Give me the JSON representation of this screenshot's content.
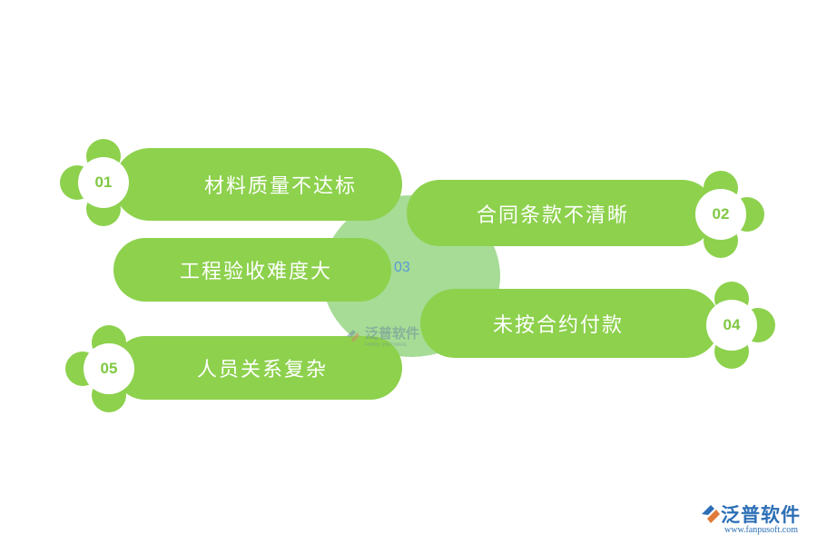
{
  "center": {
    "number": "03"
  },
  "items": [
    {
      "number": "01",
      "label": "材料质量不达标"
    },
    {
      "number": "02",
      "label": "合同条款不清晰"
    },
    {
      "number": "03",
      "label": "工程验收难度大"
    },
    {
      "number": "04",
      "label": "未按合约付款"
    },
    {
      "number": "05",
      "label": "人员关系复杂"
    }
  ],
  "watermark": {
    "name": "泛普软件",
    "sub": "FANPU SOFTWARE"
  },
  "brand": {
    "name": "泛普软件",
    "url": "www.fanpusoft.com"
  },
  "colors": {
    "pill": "#8dd14d",
    "center": "#a6dc95",
    "number_text": "#7fc843",
    "center_number": "#5a9bd8",
    "brand": "#2d6fb6"
  }
}
